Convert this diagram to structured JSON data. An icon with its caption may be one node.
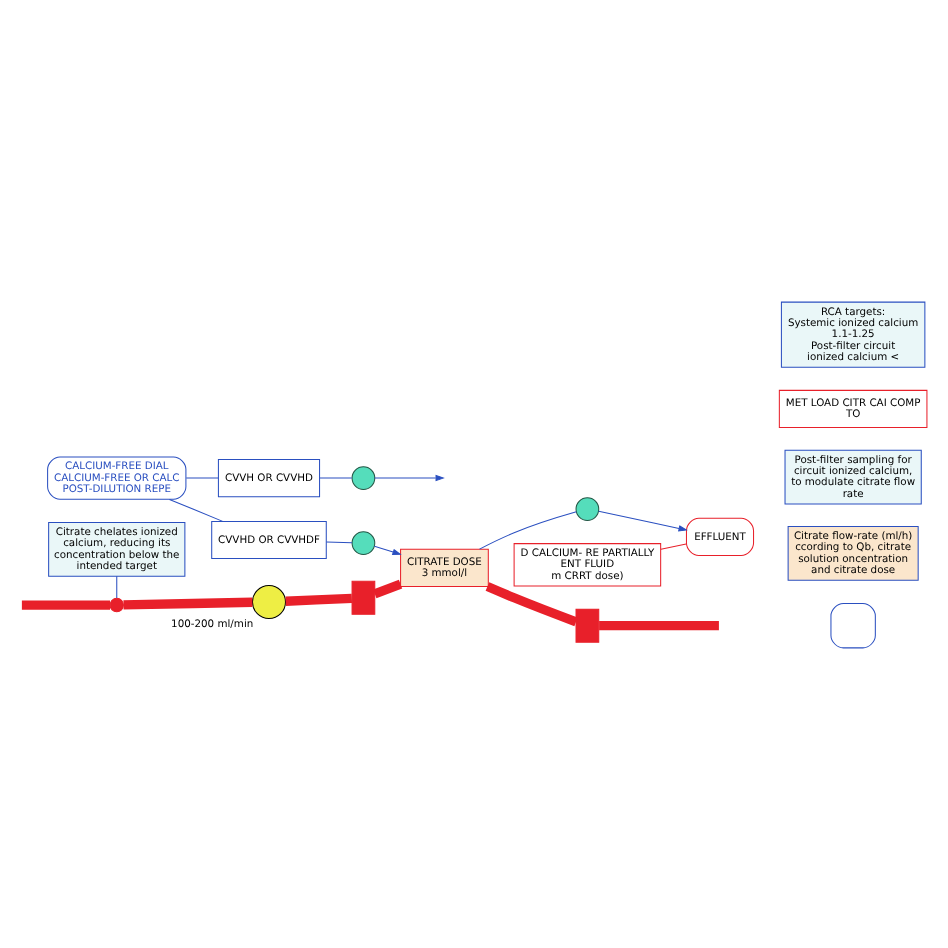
{
  "diagram": {
    "nodes": [
      {
        "text": [],
        "shape": "box"
      },
      {
        "text": [
          "Citrate flow-rate (ml/h) ccording to Qb, citrate solution oncentration and citrate dose"
        ]
      },
      {
        "text": [
          "Citrate chelates ionized calcium, reducing its concentration below the intended target"
        ]
      },
      {
        "text": [],
        "shape": "circle",
        "beside": [
          "100-200 ml/min"
        ]
      },
      {
        "text": [],
        "shape": "box"
      },
      {
        "text": [
          "CITRATE DOSE",
          "3 mmol/l"
        ]
      },
      {
        "text": [],
        "shape": "box"
      },
      {
        "text": [
          "Post-filter sampling for circuit ionized calcium, to modulate citrate flow rate"
        ]
      },
      {
        "text": [
          "CALCIUM-FREE DIAL",
          "CALCIUM-FREE OR CALC",
          "POST-DILUTION REPE"
        ]
      },
      {
        "text": [
          "CVVH OR CVVHD"
        ]
      },
      {
        "text": [],
        "shape": "circle"
      },
      {
        "text": [
          "MET LOAD CITR CAI COMP TO"
        ]
      },
      {
        "text": [],
        "shape": "circle"
      },
      {
        "text": [],
        "shape": "circle"
      },
      {
        "text": [
          "CVVHD OR CVVHDF"
        ]
      },
      {
        "text": [
          "D CALCIUM- RE PARTIALLY ENT FLUID",
          "m CRRT dose)"
        ]
      },
      {
        "text": [
          "EFFLUENT"
        ]
      },
      {
        "text": [
          "RCA targets:",
          "Systemic ionized calcium 1.1-1.25",
          "Post-filter circuit ionized calcium <"
        ]
      },
      {
        "text": [],
        "shape": "point"
      }
    ],
    "edges": [
      {
        "from": null,
        "to": 18,
        "arrow": "none",
        "style": "thick",
        "color": "#e8202a"
      },
      {
        "from": 18,
        "to": 3,
        "arrow": "none",
        "style": "thick",
        "color": "#e8202a"
      },
      {
        "from": 3,
        "to": 4,
        "arrow": "none",
        "style": "thick",
        "color": "#e8202a"
      },
      {
        "from": 4,
        "to": 5,
        "arrow": "none",
        "style": "thick",
        "color": "#e8202a"
      },
      {
        "from": 5,
        "to": 6,
        "arrow": "none",
        "style": "thick",
        "color": "#e8202a"
      },
      {
        "from": 6,
        "to": null,
        "arrow": "none",
        "style": "thick",
        "color": "#e8202a"
      },
      {
        "from": 2,
        "to": 18,
        "arrow": "none"
      },
      {
        "from": 8,
        "to": 14,
        "arrow": "none"
      },
      {
        "from": 8,
        "to": 9,
        "arrow": "none"
      },
      {
        "from": 9,
        "to": 10,
        "arrow": "none"
      },
      {
        "from": 10,
        "to": null,
        "arrow": "to"
      },
      {
        "from": 5,
        "to": 12,
        "arrow": "none"
      },
      {
        "from": 12,
        "to": 16,
        "arrow": "to"
      },
      {
        "from": 14,
        "to": 13,
        "arrow": "none"
      },
      {
        "from": 13,
        "to": 5,
        "arrow": "to"
      },
      {
        "from": 15,
        "to": 16,
        "arrow": "none",
        "color": "#e8202a"
      }
    ]
  }
}
